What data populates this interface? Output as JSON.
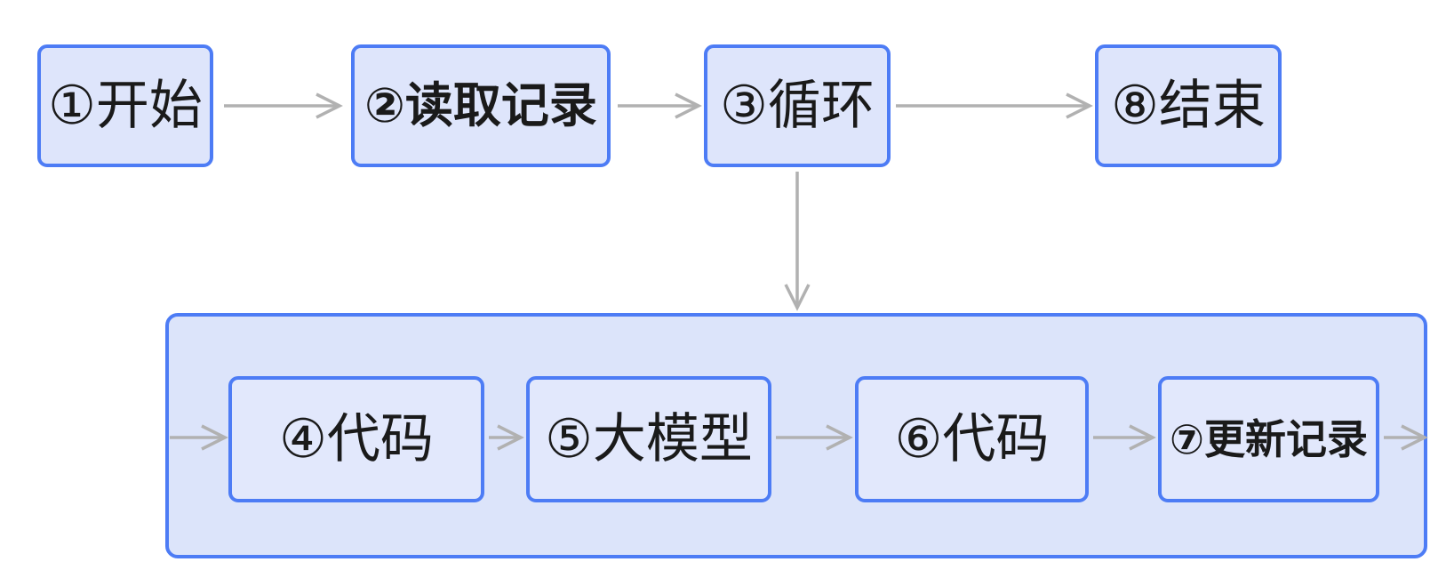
{
  "diagram": {
    "type": "flowchart",
    "nodes": {
      "start": {
        "label": "①开始"
      },
      "read": {
        "label": "②读取记录",
        "emphasis": "bold"
      },
      "loop": {
        "label": "③循环"
      },
      "end": {
        "label": "⑧结束"
      },
      "code1": {
        "label": "④代码"
      },
      "llm": {
        "label": "⑤大模型"
      },
      "code2": {
        "label": "⑥代码"
      },
      "update": {
        "label": "⑦更新记录",
        "emphasis": "bold"
      }
    },
    "loop_container": {
      "contains": [
        "④代码",
        "⑤大模型",
        "⑥代码",
        "⑦更新记录"
      ]
    },
    "edges": [
      {
        "from": "①开始",
        "to": "②读取记录"
      },
      {
        "from": "②读取记录",
        "to": "③循环"
      },
      {
        "from": "③循环",
        "to": "⑧结束"
      },
      {
        "from": "③循环",
        "to": "loop-container"
      },
      {
        "from": "loop-container-left-edge",
        "to": "④代码"
      },
      {
        "from": "④代码",
        "to": "⑤大模型"
      },
      {
        "from": "⑤大模型",
        "to": "⑥代码"
      },
      {
        "from": "⑥代码",
        "to": "⑦更新记录"
      },
      {
        "from": "⑦更新记录",
        "to": "loop-container-right-edge"
      }
    ],
    "colors": {
      "node_border": "#4d7cf5",
      "node_fill": "#dee5fb",
      "container_fill": "#dce4fa",
      "inner_node_fill": "#e2e8fc",
      "arrow": "#b1b1b1",
      "text": "#1a1a1a",
      "background": "#ffffff"
    }
  }
}
